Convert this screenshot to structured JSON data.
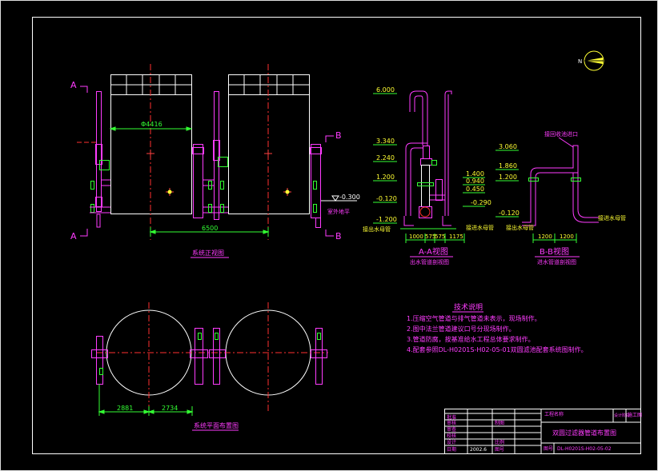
{
  "section_markers": {
    "a": "A",
    "b": "B"
  },
  "front_view": {
    "title": "系统正视图",
    "dim_top": "Φ4416",
    "dim_bottom": "6500",
    "ground_level": "-0.300",
    "ground_label": "室外地平"
  },
  "plan_view": {
    "title": "系统平面布置图",
    "dim_left": "2881",
    "dim_right": "2734"
  },
  "section_aa": {
    "title": "A-A视图",
    "subtitle": "出水管道剖视图",
    "levels": [
      "6.000",
      "3.340",
      "2.240",
      "1.200",
      "-0.120",
      "-1.200"
    ],
    "levels_mid": [
      "1.400",
      "0.940",
      "0.450",
      "-0.290"
    ],
    "label_left": "接出水母管",
    "label_right": "接进水母管",
    "dims": [
      "1000",
      "575",
      "575",
      "1175"
    ]
  },
  "section_bb": {
    "title": "B-B视图",
    "subtitle": "进水管道剖视图",
    "levels": [
      "3.060",
      "1.860",
      "1.200",
      "-0.120"
    ],
    "label_top": "接回收池进口",
    "label_left": "接出水母管",
    "label_right": "接进水母管",
    "dims": [
      "1200",
      "1200"
    ]
  },
  "tech_notes": {
    "title": "技术说明",
    "items": [
      "1.压缩空气管道与排气管道未表示，现场制作。",
      "2.图中法兰管道建议口号分现场制作。",
      "3.管道防腐，按基准给水工程总体要求制作。",
      "4.配套参照DL-H0201S-H02-05-01双圆滤池配套系统图制作。"
    ]
  },
  "title_block": {
    "drawing_title": "双圆过滤器管道布置图",
    "drawing_no": "DL-H0201S-H02-05-02",
    "date": "2002.6",
    "project_label": "工程名称",
    "stage_label": "设计阶段",
    "stage": "施工图",
    "rows": [
      "批准",
      "审核",
      "审查",
      "校核",
      "设计",
      "制图",
      "日期"
    ],
    "mid_labels": [
      "比例",
      "图号"
    ],
    "right_label": "图号"
  },
  "north_arrow": {
    "label": "N"
  }
}
